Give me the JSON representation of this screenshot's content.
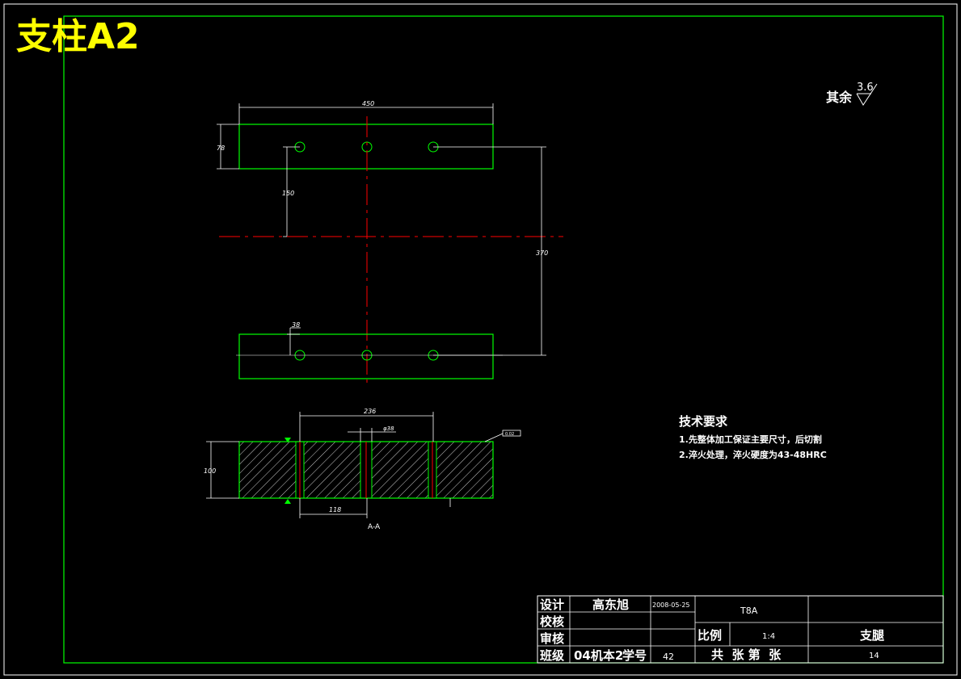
{
  "sheet_title": "支柱A2",
  "roughness": {
    "label": "其余",
    "value": "3.6"
  },
  "dimensions": {
    "width_top": "450",
    "height_top": "78",
    "offset_hole": "150",
    "spacing_370": "370",
    "offset_38": "38",
    "section_236": "236",
    "section_dia": "φ38",
    "section_height": "100",
    "section_118": "118",
    "tag_box": "0.02"
  },
  "section_label": "A-A",
  "tech": {
    "heading": "技术要求",
    "items": [
      "1.先整体加工保证主要尺寸，后切割",
      "2.淬火处理，淬火硬度为43-48HRC"
    ]
  },
  "title_block": {
    "design_label": "设计",
    "designer": "高东旭",
    "date": "2008-05-25",
    "check_label": "校核",
    "review_label": "审核",
    "class_label": "班级",
    "class_value": "04机本2",
    "student_label": "学号",
    "student_value": "42",
    "material": "T8A",
    "scale_label": "比例",
    "scale_value": "1:4",
    "part_name": "支腿",
    "sheets_label": "共  张 第  张",
    "drawing_no": "14"
  },
  "colors": {
    "background": "#000000",
    "outline_green": "#00ff00",
    "center_red": "#ff0000",
    "dim_white": "#ffffff",
    "title_yellow": "#ffff00"
  }
}
